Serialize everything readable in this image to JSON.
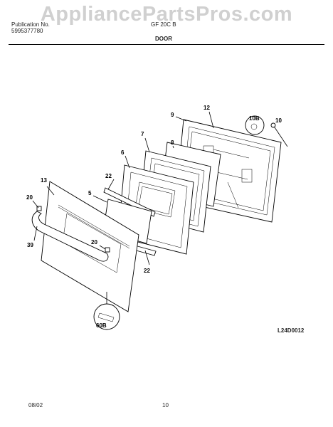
{
  "watermark": "AppliancePartsPros.com",
  "header": {
    "line1_left": "Publication No.",
    "line2_left": "5995377780",
    "line1_center": "GF 20C B",
    "section_title": "DOOR"
  },
  "drawing_code": "L24D0012",
  "footer": {
    "date": "08/02",
    "page": "10"
  },
  "callouts": [
    "13",
    "20",
    "39",
    "5",
    "20",
    "22",
    "22",
    "6",
    "7",
    "8",
    "9",
    "12",
    "10B",
    "10",
    "60B"
  ]
}
